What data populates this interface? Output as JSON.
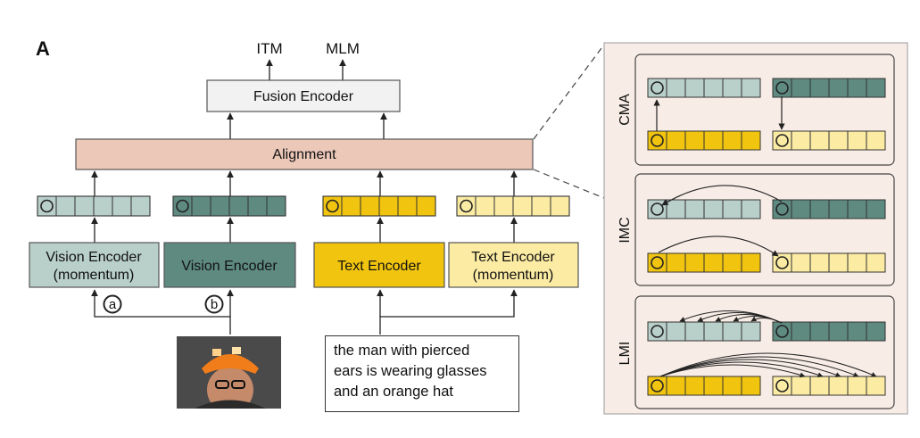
{
  "panel_label": "A",
  "outputs": [
    "ITM",
    "MLM"
  ],
  "fusion_encoder": "Fusion Encoder",
  "alignment": "Alignment",
  "encoders": {
    "vision_momentum": [
      "Vision Encoder",
      "(momentum)"
    ],
    "vision": "Vision Encoder",
    "text": "Text Encoder",
    "text_momentum": [
      "Text Encoder",
      "(momentum)"
    ]
  },
  "markers": {
    "a": "a",
    "b": "b"
  },
  "caption_lines": [
    "the man with pierced",
    "ears is wearing glasses",
    "and an orange hat"
  ],
  "zoom_panels": [
    "CMA",
    "IMC",
    "LMI"
  ],
  "colors": {
    "vision_momentum": "#b9cfca",
    "vision": "#5e8a80",
    "text": "#f1c40f",
    "text_momentum": "#fbeba3",
    "alignment": "#ecc8b8",
    "fusion": "#f2f2f2",
    "zoom_bg": "#f8ede6"
  }
}
